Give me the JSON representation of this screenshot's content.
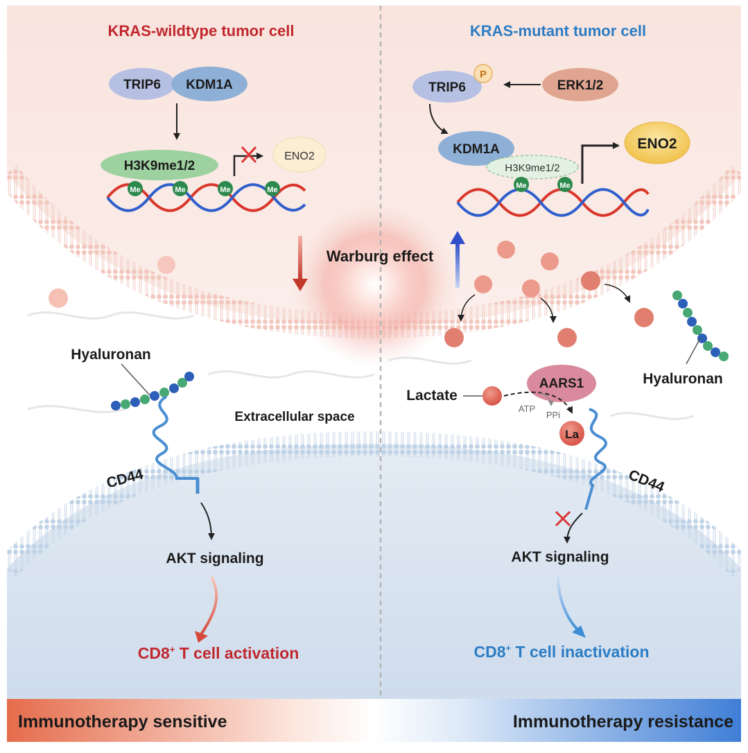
{
  "panels": {
    "left": {
      "title": "KRAS-wildtype tumor cell",
      "proteins": {
        "trip6": "TRIP6",
        "kdm1a": "KDM1A",
        "h3k9": "H3K9me1/2",
        "eno2": "ENO2"
      },
      "methyl_mark": "Me",
      "hyaluronan": "Hyaluronan",
      "receptor": "CD44",
      "akt": "AKT signaling",
      "outcome_prefix": "CD8",
      "outcome_sup": "+",
      "outcome_suffix": " T cell activation"
    },
    "right": {
      "title": "KRAS-mutant tumor cell",
      "proteins": {
        "trip6": "TRIP6",
        "phospho": "P",
        "erk": "ERK1/2",
        "kdm1a": "KDM1A",
        "h3k9": "H3K9me1/2",
        "eno2": "ENO2"
      },
      "methyl_mark": "Me",
      "hyaluronan": "Hyaluronan",
      "lactate": "Lactate",
      "aars1": "AARS1",
      "atp": "ATP",
      "ppi": "PPi",
      "la": "La",
      "receptor": "CD44",
      "akt": "AKT signaling",
      "outcome_prefix": "CD8",
      "outcome_sup": "+",
      "outcome_suffix": " T cell inactivation"
    }
  },
  "center": {
    "warburg": "Warburg effect",
    "extracellular": "Extracellular space"
  },
  "footer": {
    "left": "Immunotherapy sensitive",
    "right": "Immunotherapy resistance"
  },
  "colors": {
    "red_title": "#c0272d",
    "blue_title": "#2b7cc4",
    "red_arrow": "#c0392b",
    "blue_arrow": "#2f5fd0",
    "footer_red": "#e8795a",
    "footer_blue": "#4a86d8",
    "cell_top": "#fbe9e4",
    "cell_bottom": "#dbe6f2"
  }
}
